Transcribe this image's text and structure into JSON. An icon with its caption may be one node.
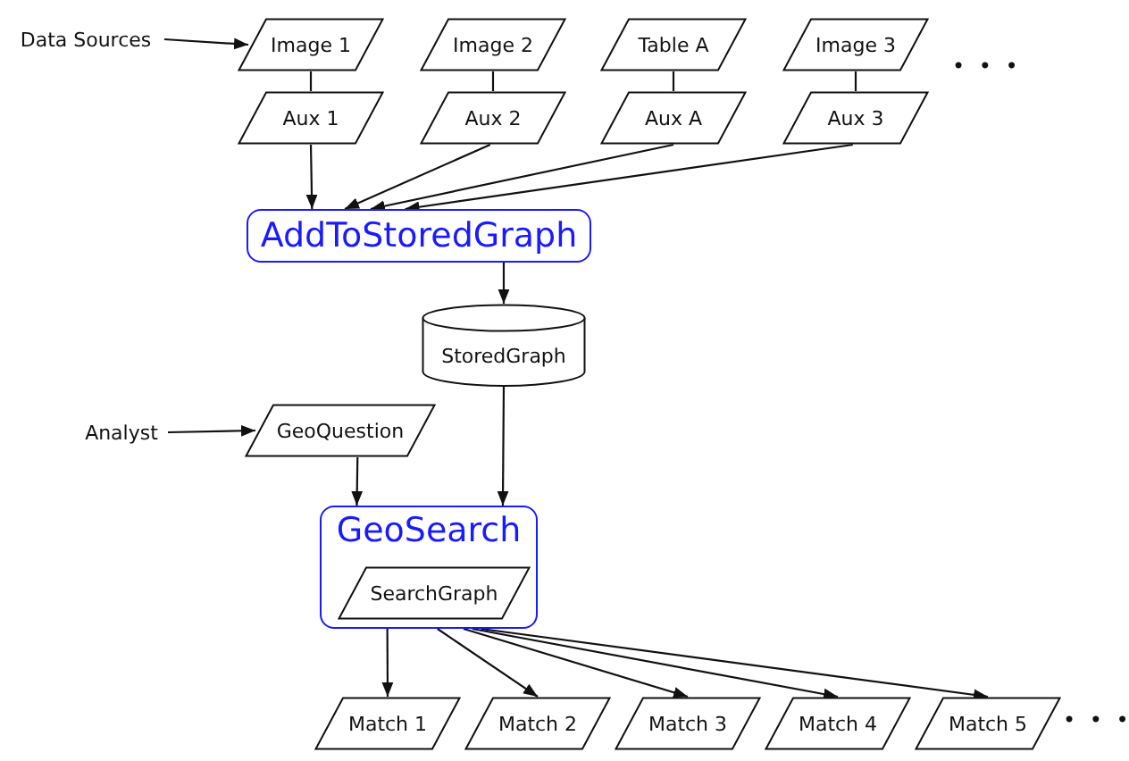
{
  "diagram": {
    "nodes": [
      {
        "text": [
          "Data Sources"
        ]
      },
      {
        "text": [
          "Image 1"
        ]
      },
      {
        "text": [
          "Image 2"
        ]
      },
      {
        "text": [
          "Table A"
        ]
      },
      {
        "text": [
          "Image 3"
        ]
      },
      {
        "text": [
          "Aux 1"
        ]
      },
      {
        "text": [
          "Aux 2"
        ]
      },
      {
        "text": [
          "Aux A"
        ]
      },
      {
        "text": [
          "Aux 3"
        ]
      },
      {
        "text": [
          "AddToStoredGraph"
        ]
      },
      {
        "text": [
          "StoredGraph"
        ]
      },
      {
        "text": [
          "Analyst"
        ]
      },
      {
        "text": [
          "GeoQuestion"
        ]
      },
      {
        "text": [
          "GeoSearch"
        ]
      },
      {
        "text": [
          "SearchGraph"
        ],
        "in": 13
      },
      {
        "text": [
          "Match 1"
        ]
      },
      {
        "text": [
          "Match 2"
        ]
      },
      {
        "text": [
          "Match 3"
        ]
      },
      {
        "text": [
          "Match 4"
        ]
      },
      {
        "text": [
          "Match 5"
        ]
      }
    ],
    "edges": [
      {
        "from": 0,
        "to": 1,
        "arrow": "to"
      },
      {
        "from": 1,
        "to": 5,
        "arrow": "none"
      },
      {
        "from": 2,
        "to": 6,
        "arrow": "none"
      },
      {
        "from": 3,
        "to": 7,
        "arrow": "none"
      },
      {
        "from": 4,
        "to": 8,
        "arrow": "none"
      },
      {
        "from": 5,
        "to": 9,
        "arrow": "to"
      },
      {
        "from": 6,
        "to": 9,
        "arrow": "to"
      },
      {
        "from": 7,
        "to": 9,
        "arrow": "to"
      },
      {
        "from": 8,
        "to": 9,
        "arrow": "to"
      },
      {
        "from": 9,
        "to": 10,
        "arrow": "to"
      },
      {
        "from": 11,
        "to": 12,
        "arrow": "to"
      },
      {
        "from": 12,
        "to": 13,
        "arrow": "to"
      },
      {
        "from": 10,
        "to": 13,
        "arrow": "to"
      },
      {
        "from": 13,
        "to": 15,
        "arrow": "to"
      },
      {
        "from": 13,
        "to": 16,
        "arrow": "to"
      },
      {
        "from": 13,
        "to": 17,
        "arrow": "to"
      },
      {
        "from": 13,
        "to": 18,
        "arrow": "to"
      },
      {
        "from": 13,
        "to": 19,
        "arrow": "to"
      }
    ],
    "labels": [
      "• • •",
      "• • •"
    ]
  }
}
